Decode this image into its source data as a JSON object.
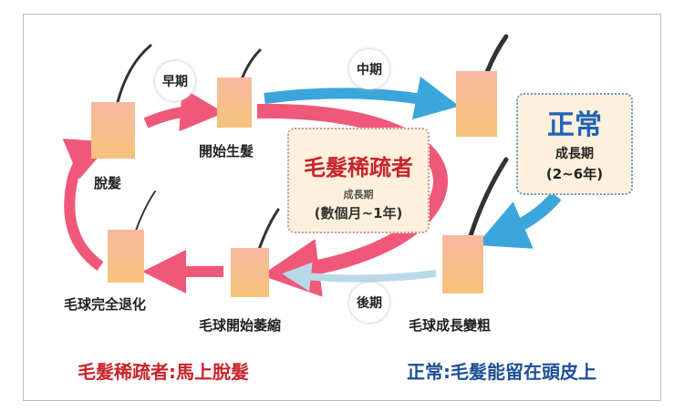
{
  "stages": {
    "shed": "脫髮",
    "start_growth": "開始生髮",
    "thickening": "毛球成長變粗",
    "shrinking": "毛球開始萎縮",
    "degenerated": "毛球完全退化"
  },
  "phases": {
    "early": "早期",
    "middle": "中期",
    "late": "後期"
  },
  "sparse_box": {
    "title": "毛髮稀疏者",
    "sub": "成長期",
    "duration": "(數個月~1年)"
  },
  "normal_box": {
    "title": "正常",
    "sub": "成長期",
    "duration": "(2~6年)"
  },
  "bottom": {
    "sparse": "毛髮稀疏者:馬上脫髮",
    "normal": "正常:毛髮能留在頭皮上"
  },
  "colors": {
    "pink": "#f0587a",
    "blue": "#3aa6dc",
    "red_text": "#c8242b",
    "blue_text": "#1f4f96"
  }
}
